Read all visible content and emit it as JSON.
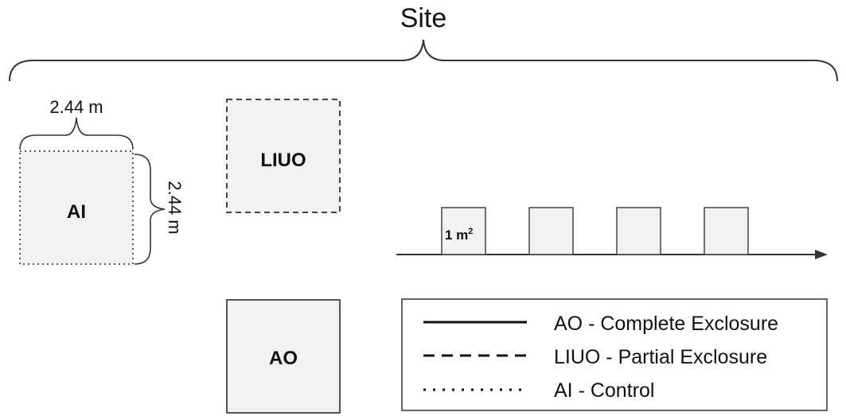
{
  "site": {
    "label": "Site"
  },
  "plots": {
    "ai": {
      "label": "AI"
    },
    "liuo": {
      "label": "LIUO"
    },
    "ao": {
      "label": "AO"
    }
  },
  "dimensions": {
    "width": "2.44 m",
    "height": "2.44 m"
  },
  "quadrat": {
    "label": "1 m",
    "superscript": "2"
  },
  "legend": {
    "items": [
      {
        "line_style": "solid",
        "label": "AO - Complete Exclosure"
      },
      {
        "line_style": "dashed",
        "label": "LIUO - Partial Exclosure"
      },
      {
        "line_style": "dotted",
        "label": "AI - Control"
      }
    ]
  },
  "colors": {
    "plot_fill": "#f1f1f1",
    "stroke": "#333333",
    "legend_stroke": "#111111"
  }
}
